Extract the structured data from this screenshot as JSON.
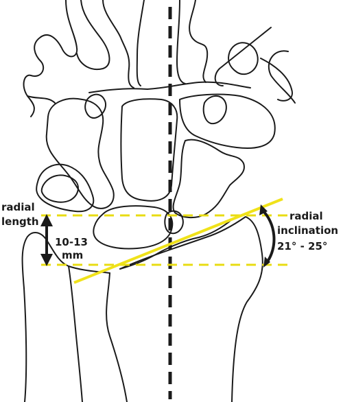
{
  "labels": {
    "radial_length_line1": "radial",
    "radial_length_line2": "length",
    "length_value_line1": "10-13",
    "length_value_line2": "mm",
    "inclination_line1": "radial",
    "inclination_line2": "inclination",
    "inclination_value": "21° - 25°"
  },
  "colors": {
    "reference_lines": "#e8dc12",
    "outline": "#1a1a1a",
    "background": "#ffffff"
  }
}
